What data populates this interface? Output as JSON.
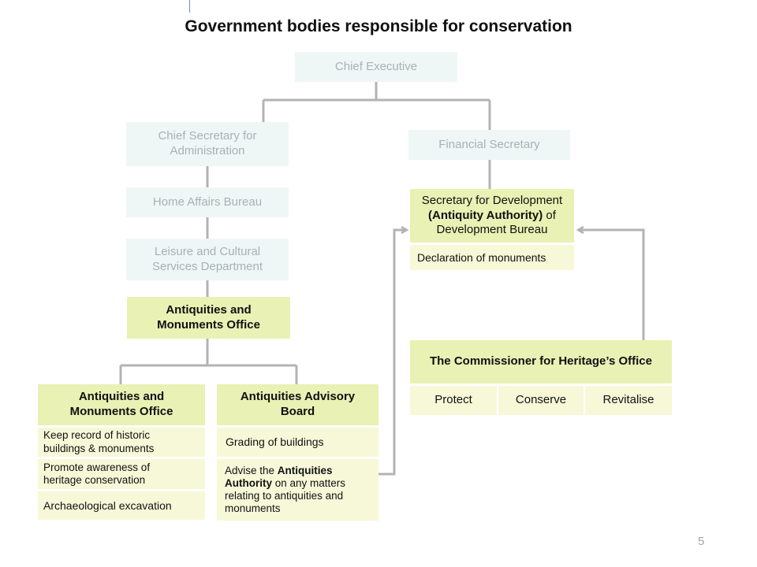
{
  "title": "Government bodies responsible for conservation",
  "page_number": "5",
  "colors": {
    "faded_box": "#eef7f6",
    "faded_text": "#a7b2b4",
    "highlight_box": "#e9f1b4",
    "detail_box": "#f6f8d8",
    "connector": "#b3b3b3"
  },
  "nodes": {
    "chief_executive": "Chief Executive",
    "chief_secretary": "Chief Secretary for Administration",
    "financial_secretary": "Financial Secretary",
    "home_affairs": "Home Affairs Bureau",
    "lcsd": "Leisure and Cultural Services Department",
    "amo_top": "Antiquities and Monuments Office",
    "amo": "Antiquities and Monuments Office",
    "aab": "Antiquities Advisory Board",
    "sdev": {
      "line1": "Secretary for Development",
      "line2_bold": "(Antiquity Authority)",
      "line2_rest": " of",
      "line3": "Development Bureau"
    },
    "commissioner": "The Commissioner for Heritage’s Office"
  },
  "amo_duties": [
    "Keep record of historic buildings & monuments",
    "Promote awareness of heritage conservation",
    "Archaeological excavation"
  ],
  "aab_duties": {
    "grading": "Grading of buildings",
    "advise_pre": "Advise the ",
    "advise_bold": "Antiquities Authority",
    "advise_post": " on any matters relating to antiquities and monuments"
  },
  "sdev_duty": "Declaration of monuments",
  "commissioner_roles": [
    "Protect",
    "Conserve",
    "Revitalise"
  ]
}
